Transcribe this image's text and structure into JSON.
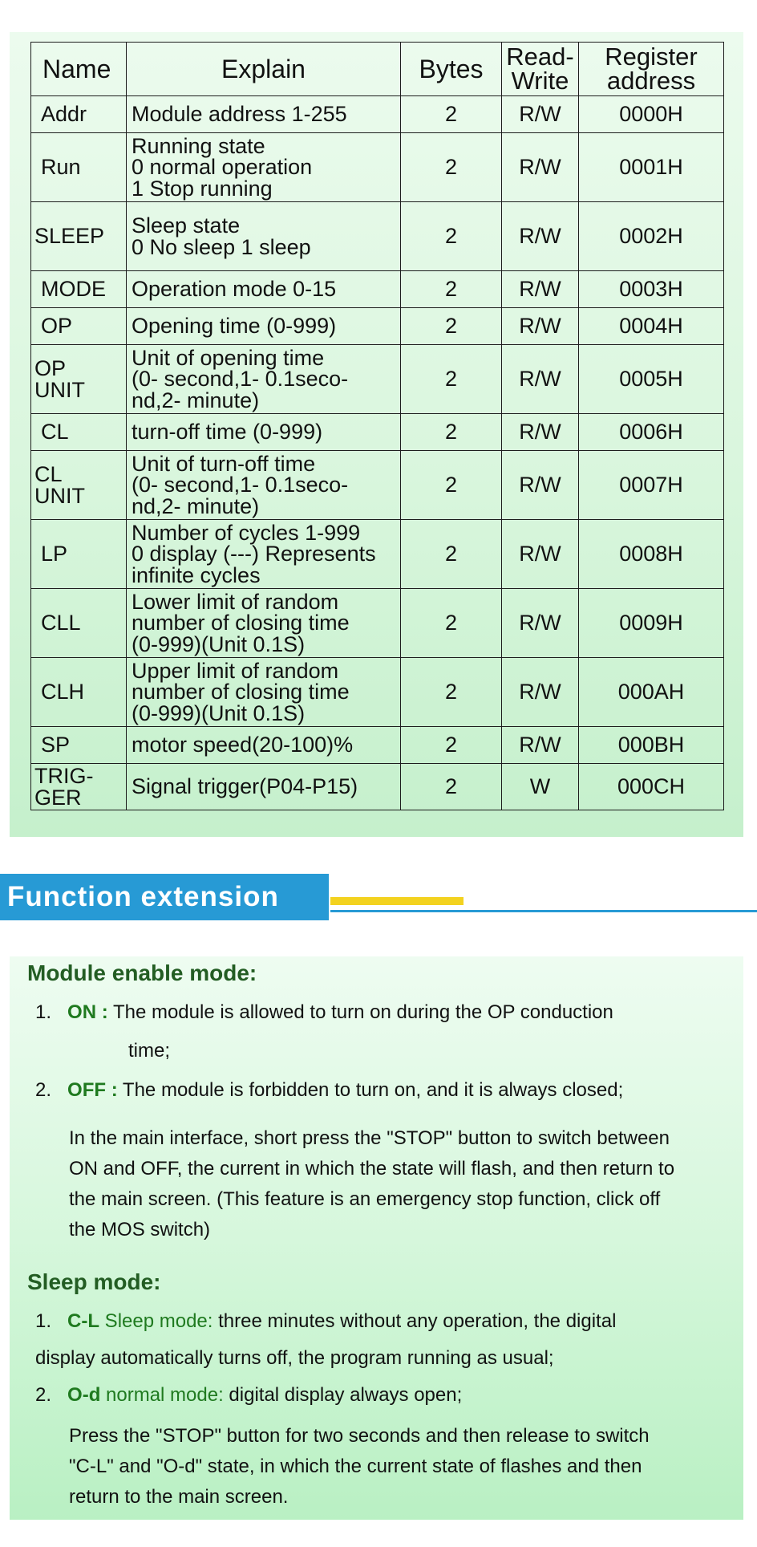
{
  "table": {
    "headers": {
      "name": "Name",
      "explain": "Explain",
      "bytes": "Bytes",
      "rw_1": "Read-",
      "rw_2": "Write",
      "reg_1": "Register",
      "reg_2": "address"
    },
    "rows": [
      {
        "name": [
          "Addr"
        ],
        "explain": [
          "Module address  1-255"
        ],
        "bytes": "2",
        "rw": "R/W",
        "addr": "0000H"
      },
      {
        "name": [
          "Run"
        ],
        "explain": [
          "Running state",
          "0  normal operation",
          "1  Stop running"
        ],
        "bytes": "2",
        "rw": "R/W",
        "addr": "0001H"
      },
      {
        "name": [
          "SLEEP"
        ],
        "explain": [
          "Sleep state",
          "0  No sleep   1  sleep"
        ],
        "bytes": "2",
        "rw": "R/W",
        "addr": "0002H"
      },
      {
        "name": [
          "MODE"
        ],
        "explain": [
          "Operation mode  0-15"
        ],
        "bytes": "2",
        "rw": "R/W",
        "addr": "0003H"
      },
      {
        "name": [
          "OP"
        ],
        "explain": [
          "Opening time  (0-999)"
        ],
        "bytes": "2",
        "rw": "R/W",
        "addr": "0004H"
      },
      {
        "name": [
          "OP",
          "UNIT"
        ],
        "explain": [
          "Unit of opening time",
          "(0- second,1- 0.1seco-",
          "nd,2- minute)"
        ],
        "bytes": "2",
        "rw": "R/W",
        "addr": "0005H"
      },
      {
        "name": [
          "CL"
        ],
        "explain": [
          "turn-off time  (0-999)"
        ],
        "bytes": "2",
        "rw": "R/W",
        "addr": "0006H"
      },
      {
        "name": [
          "CL",
          "UNIT"
        ],
        "explain": [
          "Unit of turn-off time",
          "(0- second,1- 0.1seco-",
          "nd,2- minute)"
        ],
        "bytes": "2",
        "rw": "R/W",
        "addr": "0007H"
      },
      {
        "name": [
          "LP"
        ],
        "explain": [
          "Number of cycles  1-999",
          "0 display   (---) Represents",
          "infinite cycles"
        ],
        "bytes": "2",
        "rw": "R/W",
        "addr": "0008H"
      },
      {
        "name": [
          "CLL"
        ],
        "explain": [
          "Lower limit of random",
          "number of closing time",
          "(0-999)(Unit 0.1S)"
        ],
        "bytes": "2",
        "rw": "R/W",
        "addr": "0009H"
      },
      {
        "name": [
          "CLH"
        ],
        "explain": [
          "Upper limit of random",
          "number of closing time",
          "(0-999)(Unit 0.1S)"
        ],
        "bytes": "2",
        "rw": "R/W",
        "addr": "000AH"
      },
      {
        "name": [
          "SP"
        ],
        "explain": [
          "motor speed(20-100)%"
        ],
        "bytes": "2",
        "rw": "R/W",
        "addr": "000BH"
      },
      {
        "name": [
          "TRIG-",
          "GER"
        ],
        "explain": [
          "Signal trigger(P04-P15)"
        ],
        "bytes": "2",
        "rw": "W",
        "addr": "000CH"
      }
    ]
  },
  "function_extension": {
    "title": "Function extension",
    "module_enable": {
      "title": "Module enable mode:",
      "item1_num": "1.",
      "item1_kw": "ON :",
      "item1_text": " The module is allowed to turn on during the OP conduction",
      "item1_text2": "time;",
      "item2_num": "2.",
      "item2_kw": "OFF  :",
      "item2_text": " The module is forbidden to turn on, and it is always closed;",
      "note": [
        "In the main interface, short press the \"STOP\" button to switch between",
        "ON and OFF, the current in which the state will flash, and then return to",
        "the main screen. (This feature is an emergency stop function, click off",
        "the MOS switch)"
      ]
    },
    "sleep_mode": {
      "title": "Sleep mode:",
      "item1_num": "1.",
      "item1_kw": "C-L",
      "item1_mode": " Sleep mode:",
      "item1_text": "  three minutes without any operation, the digital",
      "item1_text2": "display automatically turns off, the program running as usual;",
      "item2_num": "2.",
      "item2_kw": "O-d",
      "item2_mode": "  normal mode:",
      "item2_text": "  digital display always open;",
      "note": [
        "Press the \"STOP\" button for two seconds and then release to switch",
        "\"C-L\" and \"O-d\" state, in which the current state of flashes and then",
        "return to the main screen."
      ]
    }
  }
}
